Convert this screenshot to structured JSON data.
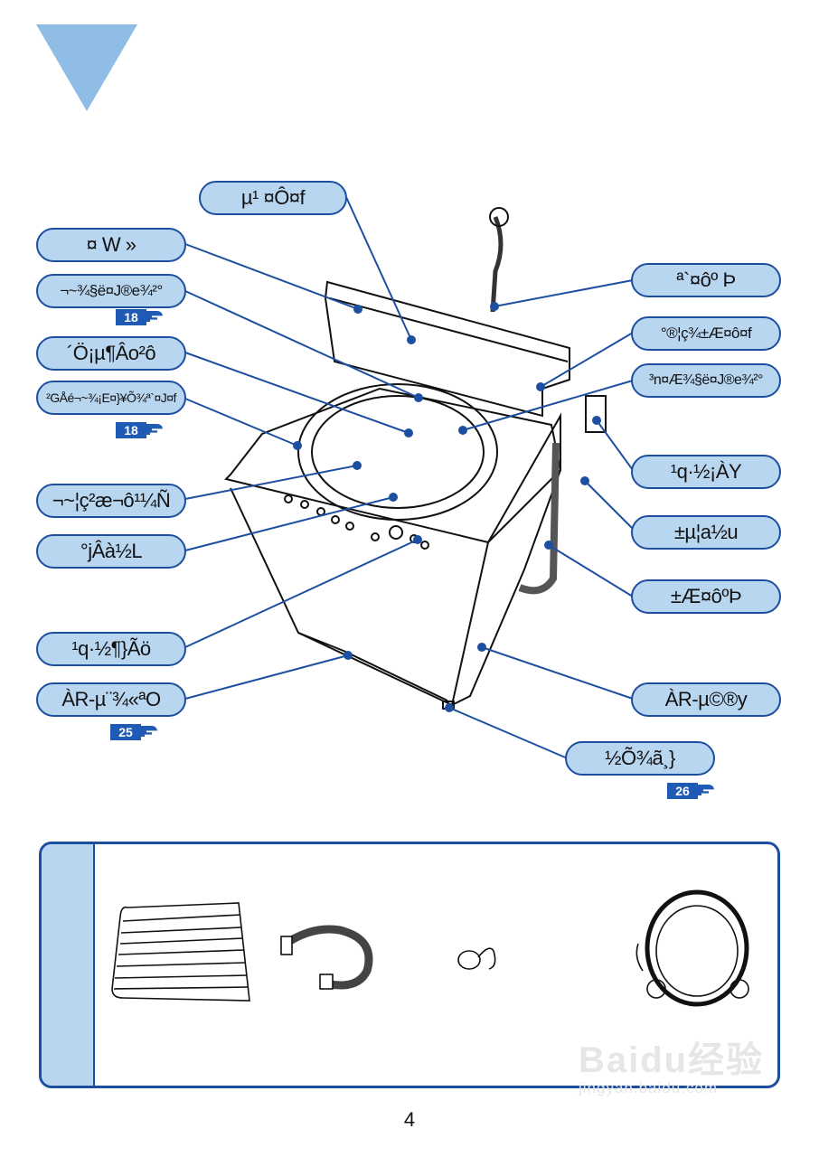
{
  "page": {
    "number": "4"
  },
  "callouts": {
    "top_center": {
      "label": "µ¹ ¤Ô¤f"
    },
    "left": [
      {
        "label": "¤      W      »"
      },
      {
        "label": "¬~¾§ë¤J®e¾²°",
        "page_ref": "18"
      },
      {
        "label": "´Ö¡µ¶Âo²ô"
      },
      {
        "label": "²GÅé¬~¾¡E¤}¥Õ¾ª`¤J¤f",
        "page_ref": "18"
      },
      {
        "label": "¬~¦ç²æ¬ô¹¼Ñ"
      },
      {
        "label": "°jÂà½L"
      },
      {
        "label": "¹q·½¶}Ãö"
      },
      {
        "label": "ÀR-µ¨¾«ªO",
        "page_ref": "25"
      }
    ],
    "right": [
      {
        "label": "ª`¤ôº Þ"
      },
      {
        "label": "°®¦ç¾±Æ¤ô¤f"
      },
      {
        "label": "³n¤Æ¾§ë¤J®e¾²°"
      },
      {
        "label": "¹q·½¡ÀY"
      },
      {
        "label": "±µ¦a½u"
      },
      {
        "label": "±Æ¤ôºÞ"
      },
      {
        "label": "ÀR-µ©®y"
      },
      {
        "label": "½Õ¾ã¸}",
        "page_ref": "26"
      }
    ]
  },
  "accessories": [
    {
      "icon": "cover-board-icon"
    },
    {
      "icon": "drain-hose-icon"
    },
    {
      "icon": "cable-tie-icon"
    },
    {
      "icon": "inlet-hose-icon"
    }
  ],
  "watermark": {
    "brand": "Baidu经验",
    "url": "jingyan.baidu.com"
  },
  "colors": {
    "accent": "#1d4fa0",
    "pill_fill": "#b9d6f0",
    "triangle": "#8fbde5"
  }
}
